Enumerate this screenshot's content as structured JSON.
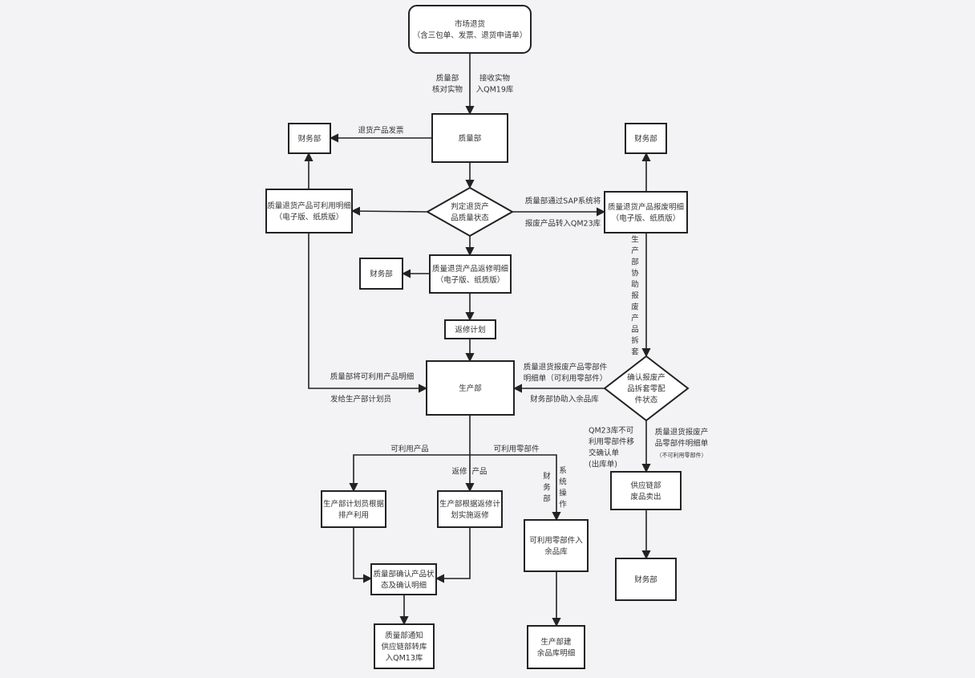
{
  "nodes": {
    "start": {
      "shape": "rounded",
      "lines": [
        "市场退货",
        "（含三包单、发票、退货申请单）"
      ]
    },
    "quality": {
      "shape": "rect",
      "lines": [
        "质量部"
      ]
    },
    "finance_tl": {
      "shape": "rect",
      "lines": [
        "财务部"
      ]
    },
    "finance_tr": {
      "shape": "rect",
      "lines": [
        "财务部"
      ]
    },
    "decide": {
      "shape": "diamond",
      "lines": [
        "判定退货产",
        "品质量状态"
      ]
    },
    "usable_detail": {
      "shape": "rect",
      "lines": [
        "质量退货产品可利用明细",
        "（电子版、纸质版）"
      ]
    },
    "scrap_detail": {
      "shape": "rect",
      "lines": [
        "质量退货产品报废明细",
        "（电子版、纸质版）"
      ]
    },
    "repair_detail": {
      "shape": "rect",
      "lines": [
        "质量退货产品返修明细",
        "（电子版、纸质版）"
      ]
    },
    "finance_mid": {
      "shape": "rect",
      "lines": [
        "财务部"
      ]
    },
    "repair_plan": {
      "shape": "rect",
      "lines": [
        "返修计划"
      ]
    },
    "production": {
      "shape": "rect",
      "lines": [
        "生产部"
      ]
    },
    "confirm_parts": {
      "shape": "diamond",
      "lines": [
        "确认报废产",
        "品拆套零配",
        "件状态"
      ]
    },
    "supply_sell": {
      "shape": "rect",
      "lines": [
        "供应链部",
        "废品卖出"
      ]
    },
    "finance_br": {
      "shape": "rect",
      "lines": [
        "财务部"
      ]
    },
    "planner_use": {
      "shape": "rect",
      "lines": [
        "生产部计划员根据",
        "排产利用"
      ]
    },
    "do_repair": {
      "shape": "rect",
      "lines": [
        "生产部根据返修计",
        "划实施返修"
      ]
    },
    "parts_store": {
      "shape": "rect",
      "lines": [
        "可利用零部件入",
        "余品库"
      ]
    },
    "qa_confirm": {
      "shape": "rect",
      "lines": [
        "质量部确认产品状",
        "态及确认明细"
      ]
    },
    "qa_notify": {
      "shape": "rect",
      "lines": [
        "质量部通知",
        "供应链部转库",
        "入QM13库"
      ]
    },
    "spare_detail": {
      "shape": "rect",
      "lines": [
        "生产部建",
        "余品库明细"
      ]
    }
  },
  "labels": {
    "check_goods": [
      "质量部",
      "核对实物"
    ],
    "receive_goods": [
      "接收实物",
      "入QM19库"
    ],
    "invoice": [
      "退货产品发票"
    ],
    "sap_1": [
      "质量部通过SAP系统将"
    ],
    "sap_2": [
      "报废产品转入QM23库"
    ],
    "disassemble": [
      "生",
      "产",
      "部",
      "协",
      "助",
      "报",
      "废",
      "产",
      "品",
      "拆",
      "套"
    ],
    "send_planner_1": [
      "质量部将可利用产品明细"
    ],
    "send_planner_2": [
      "发给生产部计划员"
    ],
    "parts_list_1": [
      "质量退货报废产品零部件",
      "明细单（可利用零部件）"
    ],
    "parts_list_2": [
      "财务部协助入余品库"
    ],
    "unusable_left": [
      "QM23库不可",
      "利用零部件移",
      "交确认单",
      "(出库单)"
    ],
    "unusable_right": [
      "质量退货报废产",
      "品零部件明细单"
    ],
    "unusable_right_note": [
      "（不可利用零部件）"
    ],
    "usable_product": [
      "可利用产品"
    ],
    "usable_parts": [
      "可利用零部件"
    ],
    "repair": [
      "返修"
    ],
    "product": [
      "产品"
    ],
    "finance_vert": [
      "财",
      "务",
      "部"
    ],
    "system_op": [
      "系",
      "统",
      "操",
      "作"
    ]
  },
  "colors": {
    "background": "#f3f3f5",
    "box_fill": "#ffffff",
    "stroke": "#222222",
    "text": "#333333"
  }
}
